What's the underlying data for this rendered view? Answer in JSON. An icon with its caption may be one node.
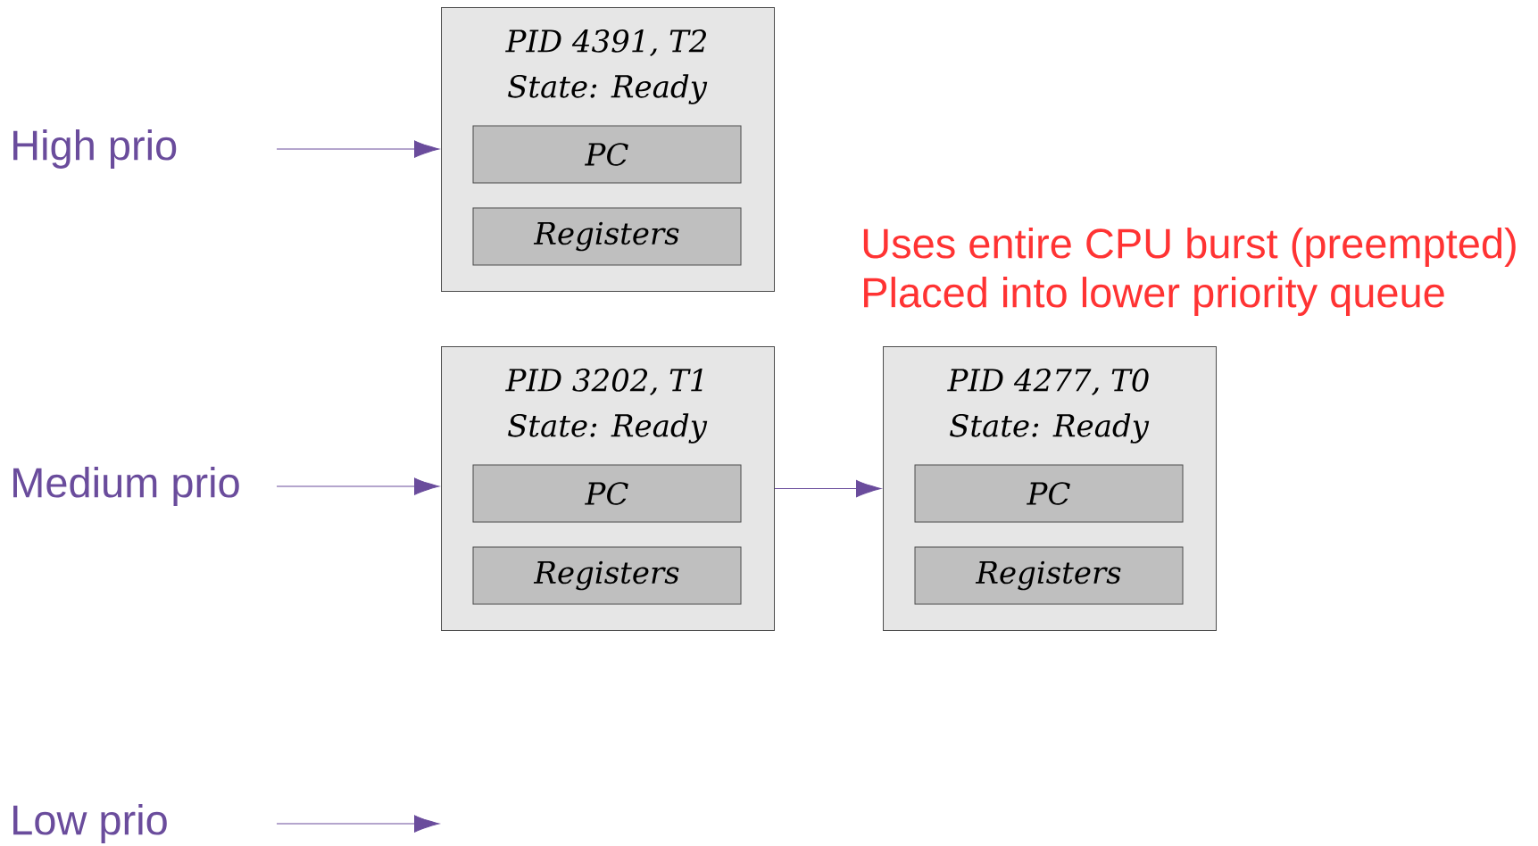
{
  "diagram": {
    "nodes": [
      {
        "text": [
          "PID 4391, T2",
          "State: Ready"
        ]
      },
      {
        "text": [
          "PC"
        ],
        "in": 0
      },
      {
        "text": [
          "Registers"
        ],
        "in": 0
      },
      {
        "text": [
          "PID 3202, T1",
          "State: Ready"
        ]
      },
      {
        "text": [
          "PC"
        ],
        "in": 3
      },
      {
        "text": [
          "Registers"
        ],
        "in": 3
      },
      {
        "text": [
          "PID 4277, T0",
          "State: Ready"
        ]
      },
      {
        "text": [
          "PC"
        ],
        "in": 6
      },
      {
        "text": [
          "Registers"
        ],
        "in": 6
      }
    ],
    "edges": [
      {
        "from": null,
        "to": 0,
        "arrow": "to"
      },
      {
        "from": null,
        "to": 3,
        "arrow": "to"
      },
      {
        "from": 3,
        "to": 6,
        "arrow": "to"
      }
    ],
    "labels": [
      "High prio",
      "Uses entire CPU burst (preempted)",
      "Placed into lower priority queue",
      "Medium prio",
      "Low prio"
    ]
  }
}
